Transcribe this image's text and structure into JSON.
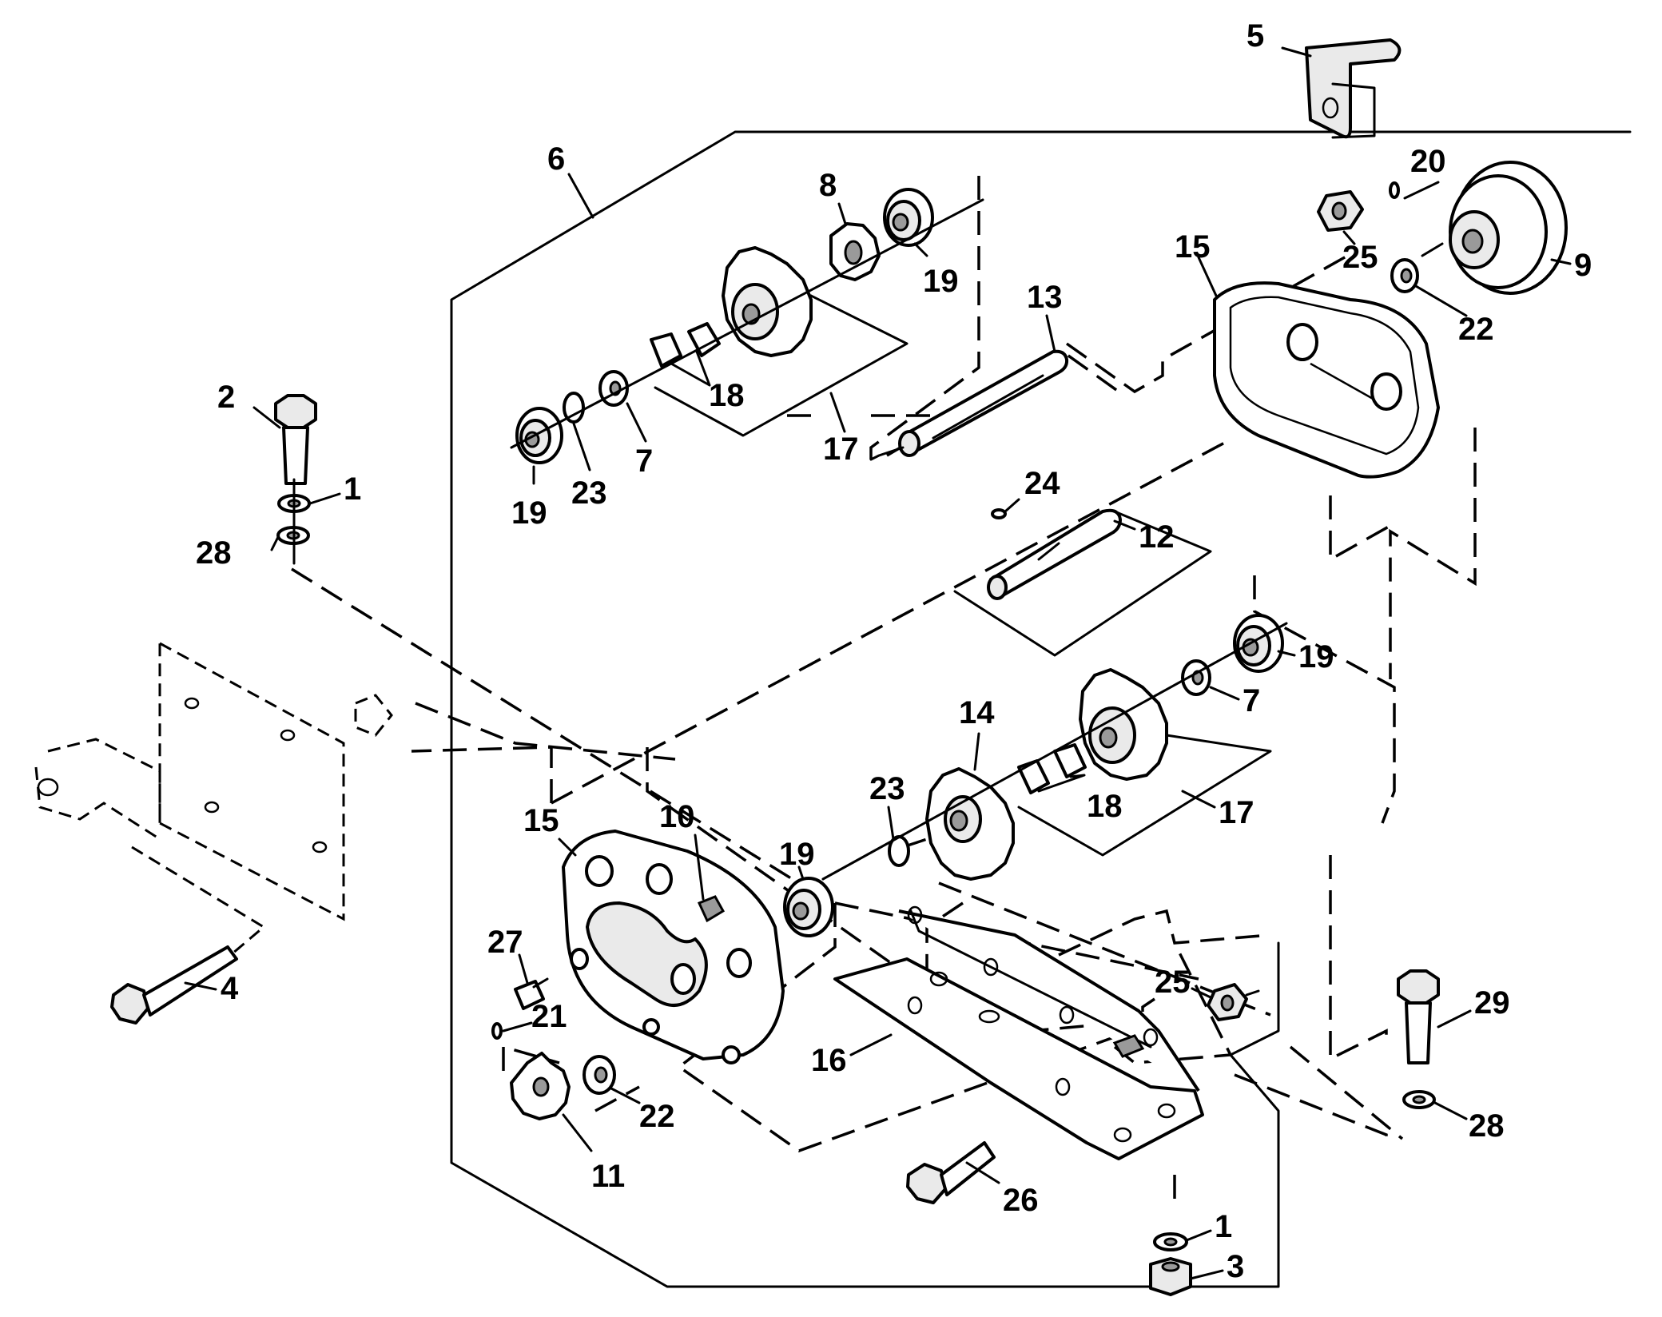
{
  "callouts": {
    "c1a": "1",
    "c1b": "1",
    "c2": "2",
    "c3": "3",
    "c4": "4",
    "c5": "5",
    "c6": "6",
    "c7a": "7",
    "c7b": "7",
    "c8": "8",
    "c9": "9",
    "c10": "10",
    "c11": "11",
    "c12": "12",
    "c13": "13",
    "c14": "14",
    "c15a": "15",
    "c15b": "15",
    "c16": "16",
    "c17a": "17",
    "c17b": "17",
    "c18a": "18",
    "c18b": "18",
    "c19a": "19",
    "c19b": "19",
    "c19c": "19",
    "c19d": "19",
    "c20": "20",
    "c21": "21",
    "c22a": "22",
    "c22b": "22",
    "c23a": "23",
    "c23b": "23",
    "c24": "24",
    "c25a": "25",
    "c25b": "25",
    "c26": "26",
    "c27": "27",
    "c28a": "28",
    "c28b": "28",
    "c29": "29"
  }
}
